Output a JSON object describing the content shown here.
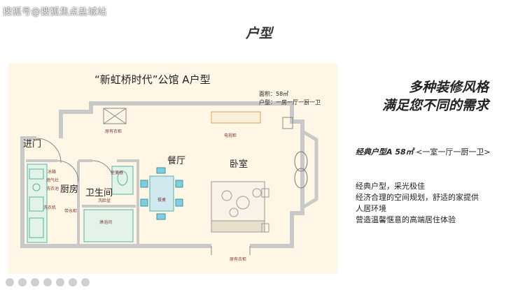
{
  "watermark": "搜狐号@搜狐焦点盐城站",
  "slide_title": "户型",
  "plan": {
    "title": "“新虹桥时代”公馆   A户型",
    "area": "面积：58㎡",
    "unit_type": "户型：一房一厅一厨一卫",
    "rooms": {
      "entrance": "进门",
      "kitchen": "厨房",
      "bathroom": "卫生间",
      "dining": "餐厅",
      "bedroom": "卧室"
    },
    "small_labels": {
      "fridge": "冰箱",
      "stove": "燃气灶",
      "sink": "洗衣池",
      "washer": "洗衣机",
      "counter": "带水柜",
      "toilet": "坐便器",
      "wardrobe_top": "原有衣柜",
      "tv_cabinet": "电视柜",
      "dining_table": "餐桌",
      "shower": "淋浴间",
      "bed_wardrobe": "原有衣柜",
      "basin": "洗脸盆"
    }
  },
  "heading": {
    "line1": "多种装修风格",
    "line2": "满足您不同的需求"
  },
  "classic": {
    "label": "经典户型A 58㎡",
    "detail": "<一室一厅一厨一卫>"
  },
  "description": [
    "经典户型，采光极佳",
    "经济合理的空间规划，舒适的家提供",
    "人居环境",
    "营造温馨惬意的高端居住体验"
  ],
  "colors": {
    "panel_bg": "#fff6e6",
    "wall": "#c9c9c9",
    "accent_red": "#7a3a3a",
    "furniture_teal": "#4fb5a5"
  }
}
